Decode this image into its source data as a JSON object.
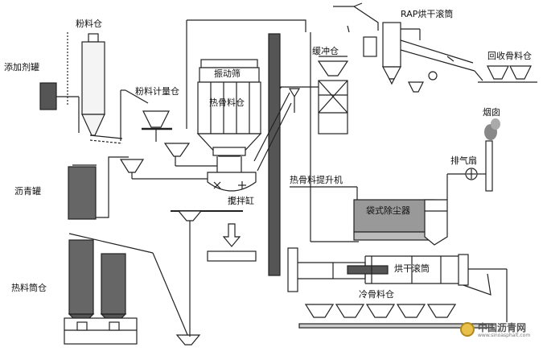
{
  "labels": {
    "powder_silo": "粉料仓",
    "additive_tank": "添加剂罐",
    "powder_weigh_bin": "粉料计量仓",
    "asphalt_tank": "沥青罐",
    "hot_silo_bins": "热料筒仓",
    "vibrating_screen": "振动筛",
    "hot_aggregate_bin": "热骨料仓",
    "mixer": "搅拌缸",
    "surge_bin": "缓冲仓",
    "rap_drum": "RAP烘干滚筒",
    "recycled_bins": "回收骨料仓",
    "chimney": "烟囱",
    "exhaust_fan": "排气扇",
    "hot_elevator": "热骨料提升机",
    "baghouse": "袋式除尘器",
    "drying_drum": "烘干滚筒",
    "cold_bins": "冷骨料仓"
  },
  "watermark": {
    "cn": "中国沥青网",
    "en": "www.sinoasphalt.com"
  }
}
